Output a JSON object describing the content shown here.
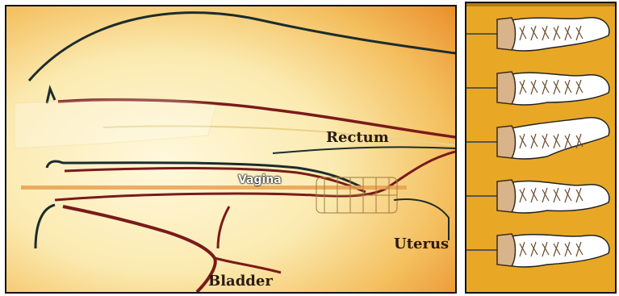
{
  "diagram": {
    "labels": {
      "rectum": "Rectum",
      "vagina": "Vagina",
      "uterus": "Uterus",
      "bladder": "Bladder"
    },
    "colors": {
      "background_light": "#fbf2c8",
      "background_warm": "#f0a030",
      "vessel": "#7a1a1a",
      "outline": "#1a2a2a",
      "right_background": "#e8a826",
      "tissue": "#ffffff",
      "handle": "#d9b48a"
    }
  },
  "sequence": {
    "step_count": 5
  }
}
